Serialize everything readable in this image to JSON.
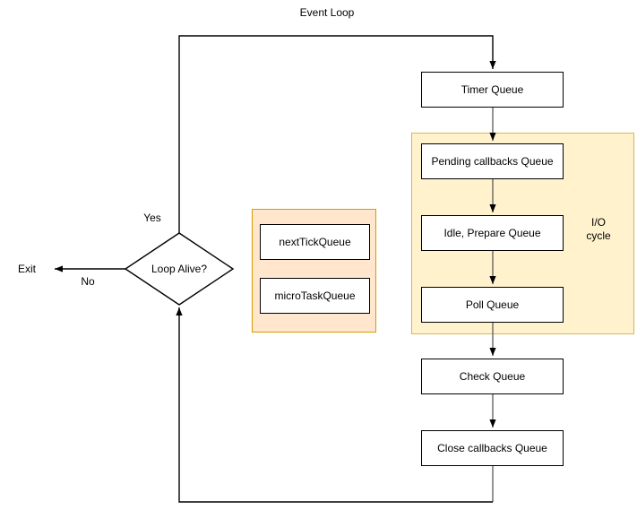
{
  "title": "Event Loop",
  "nodes": {
    "timer": "Timer Queue",
    "pending": "Pending callbacks Queue",
    "idle": "Idle, Prepare Queue",
    "poll": "Poll Queue",
    "check": "Check Queue",
    "close": "Close callbacks Queue",
    "next_tick": "nextTickQueue",
    "micro_task": "microTaskQueue",
    "decision": "Loop Alive?"
  },
  "edge_labels": {
    "yes": "Yes",
    "no": "No",
    "exit": "Exit"
  },
  "regions": {
    "io": {
      "label_line1": "I/O",
      "label_line2": "cycle",
      "fill": "#fff2cc",
      "border": "#d6b656"
    },
    "micro": {
      "fill": "#ffe6cc",
      "border": "#d79b00"
    }
  },
  "colors": {
    "connector_gray": "#666666",
    "loop_line": "#000000",
    "arrowhead": "#000000",
    "node_border": "#000000",
    "node_fill": "#ffffff",
    "text": "#000000"
  }
}
